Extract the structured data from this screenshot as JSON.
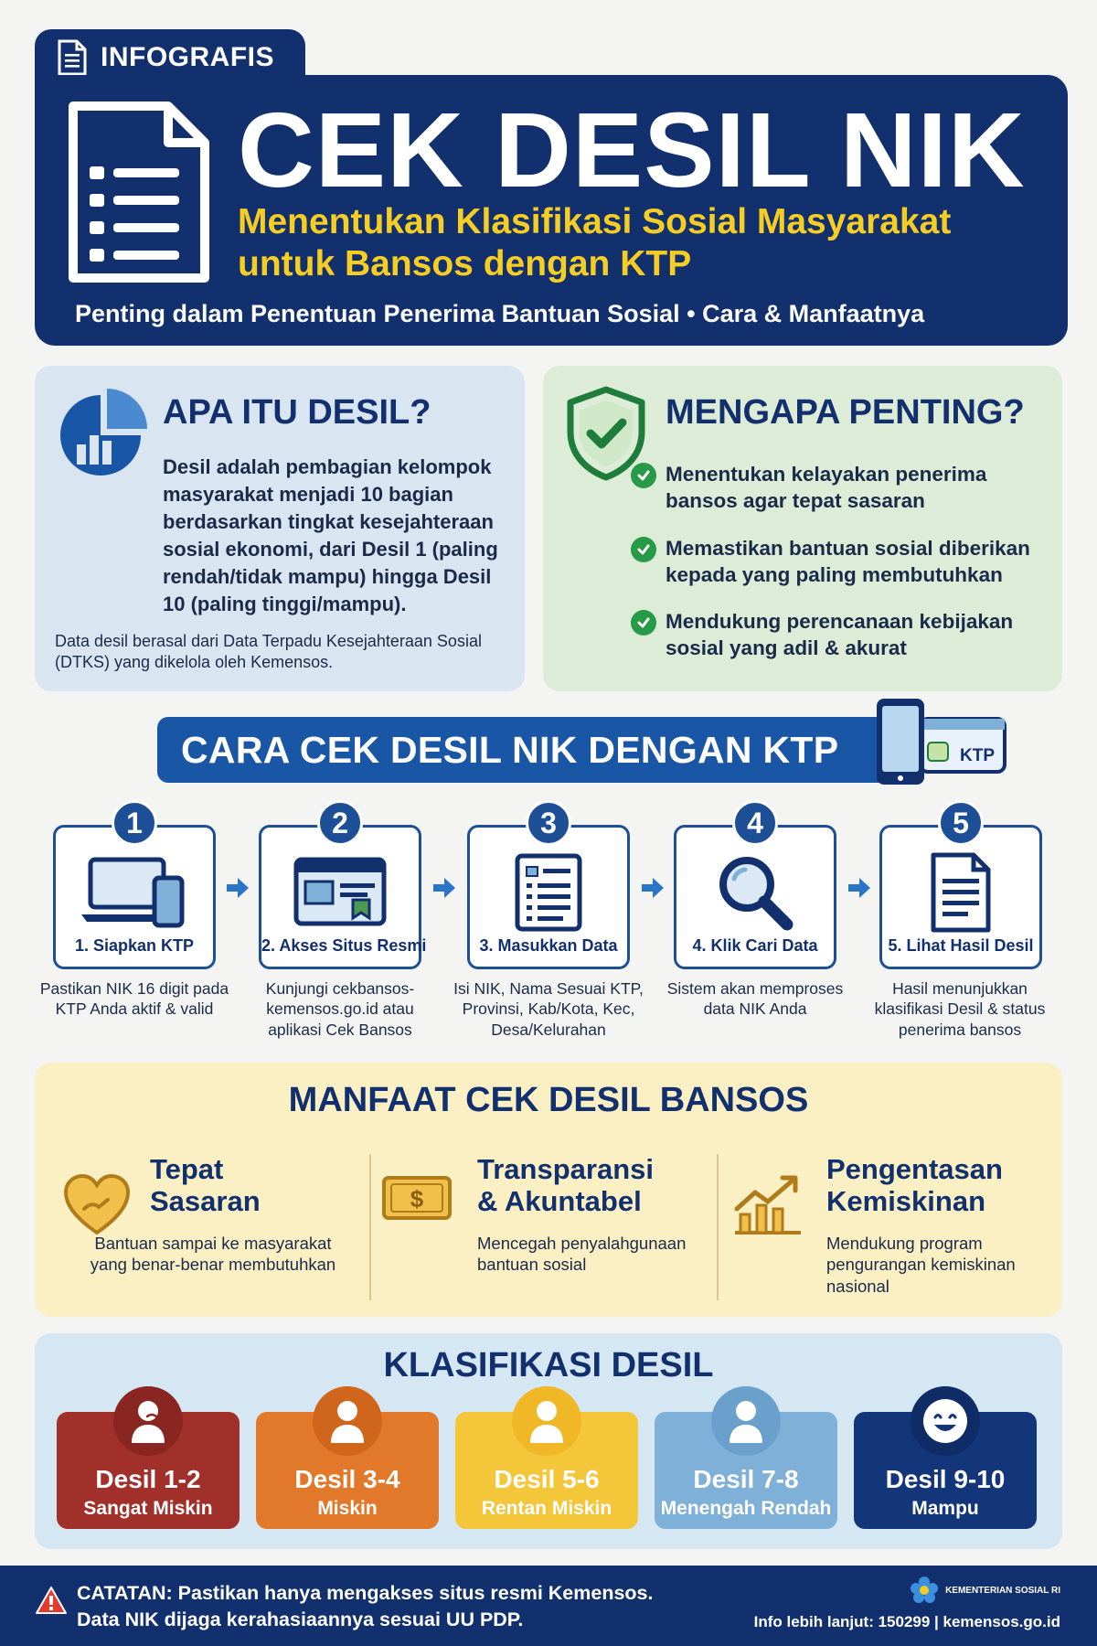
{
  "badge": {
    "label": "INFOGRAFIS",
    "icon": "document-icon"
  },
  "header": {
    "title": "CEK DESIL NIK",
    "subtitle_line1": "Menentukan Klasifikasi Sosial Masyarakat",
    "subtitle_line2": "untuk Bansos dengan KTP",
    "tagline": "Penting dalam Penentuan Penerima Bantuan Sosial • Cara & Manfaatnya"
  },
  "apa": {
    "title": "APA ITU DESIL?",
    "description": "Desil adalah pembagian kelompok masyarakat menjadi 10 bagian berdasarkan tingkat kesejahteraan sosial ekonomi, dari Desil 1 (paling rendah/tidak mampu) hingga Desil 10 (paling tinggi/mampu).",
    "footnote": "Data desil berasal dari Data Terpadu Kesejahteraan Sosial (DTKS) yang dikelola oleh Kemensos."
  },
  "mengapa": {
    "title": "MENGAPA PENTING?",
    "items": [
      "Menentukan kelayakan penerima bansos agar tepat sasaran",
      "Memastikan bantuan sosial diberikan kepada yang paling membutuhkan",
      "Mendukung perencanaan kebijakan sosial yang adil & akurat"
    ]
  },
  "cara": {
    "title": "CARA CEK DESIL NIK DENGAN KTP",
    "ktp_label": "KTP",
    "steps": [
      {
        "num": "1",
        "title": "1. Siapkan KTP",
        "desc": "Pastikan NIK 16 digit pada KTP Anda aktif & valid",
        "icon": "laptop-phone-icon"
      },
      {
        "num": "2",
        "title": "2. Akses Situs Resmi",
        "desc": "Kunjungi cekbansos-kemensos.go.id atau aplikasi Cek Bansos",
        "icon": "browser-icon"
      },
      {
        "num": "3",
        "title": "3. Masukkan Data",
        "desc": "Isi NIK, Nama Sesuai KTP, Provinsi, Kab/Kota, Kec, Desa/Kelurahan",
        "icon": "form-icon"
      },
      {
        "num": "4",
        "title": "4. Klik Cari Data",
        "desc": "Sistem akan memproses data NIK Anda",
        "icon": "search-icon"
      },
      {
        "num": "5",
        "title": "5. Lihat Hasil Desil",
        "desc": "Hasil menunjukkan klasifikasi Desil & status penerima bansos",
        "icon": "result-document-icon"
      }
    ]
  },
  "manfaat": {
    "title": "MANFAAT CEK DESIL BANSOS",
    "items": [
      {
        "title_line1": "Tepat",
        "title_line2": "Sasaran",
        "desc": "Bantuan sampai ke masyarakat yang benar-benar membutuhkan",
        "icon": "heart-hand-icon"
      },
      {
        "title_line1": "Transparansi",
        "title_line2": "& Akuntabel",
        "desc": "Mencegah penyalahgunaan bantuan sosial",
        "icon": "money-icon"
      },
      {
        "title_line1": "Pengentasan",
        "title_line2": "Kemiskinan",
        "desc": "Mendukung program pengurangan kemiskinan nasional",
        "icon": "growth-chart-icon"
      }
    ]
  },
  "klasifikasi": {
    "title": "KLASIFIKASI DESIL",
    "items": [
      {
        "name": "Desil 1-2",
        "label": "Sangat Miskin",
        "color": "#a2302a",
        "head": "#8a2622"
      },
      {
        "name": "Desil 3-4",
        "label": "Miskin",
        "color": "#e2782a",
        "head": "#d0661c"
      },
      {
        "name": "Desil 5-6",
        "label": "Rentan Miskin",
        "color": "#f4c63a",
        "head": "#f0b826"
      },
      {
        "name": "Desil 7-8",
        "label": "Menengah Rendah",
        "color": "#7fb0d8",
        "head": "#6ba0cc"
      },
      {
        "name": "Desil 9-10",
        "label": "Mampu",
        "color": "#13357a",
        "head": "#0f2c66"
      }
    ]
  },
  "footer": {
    "note_line1": "CATATAN: Pastikan hanya mengakses situs resmi Kemensos.",
    "note_line2": "Data NIK dijaga kerahasiaannya sesuai UU PDP.",
    "logo_text": "KEMENTERIAN SOSIAL RI",
    "info": "Info lebih lanjut: 150299 | kemensos.go.id"
  },
  "colors": {
    "navy": "#12306d",
    "yellow": "#f6cd22",
    "green": "#279a48",
    "blue": "#1a56a6"
  }
}
